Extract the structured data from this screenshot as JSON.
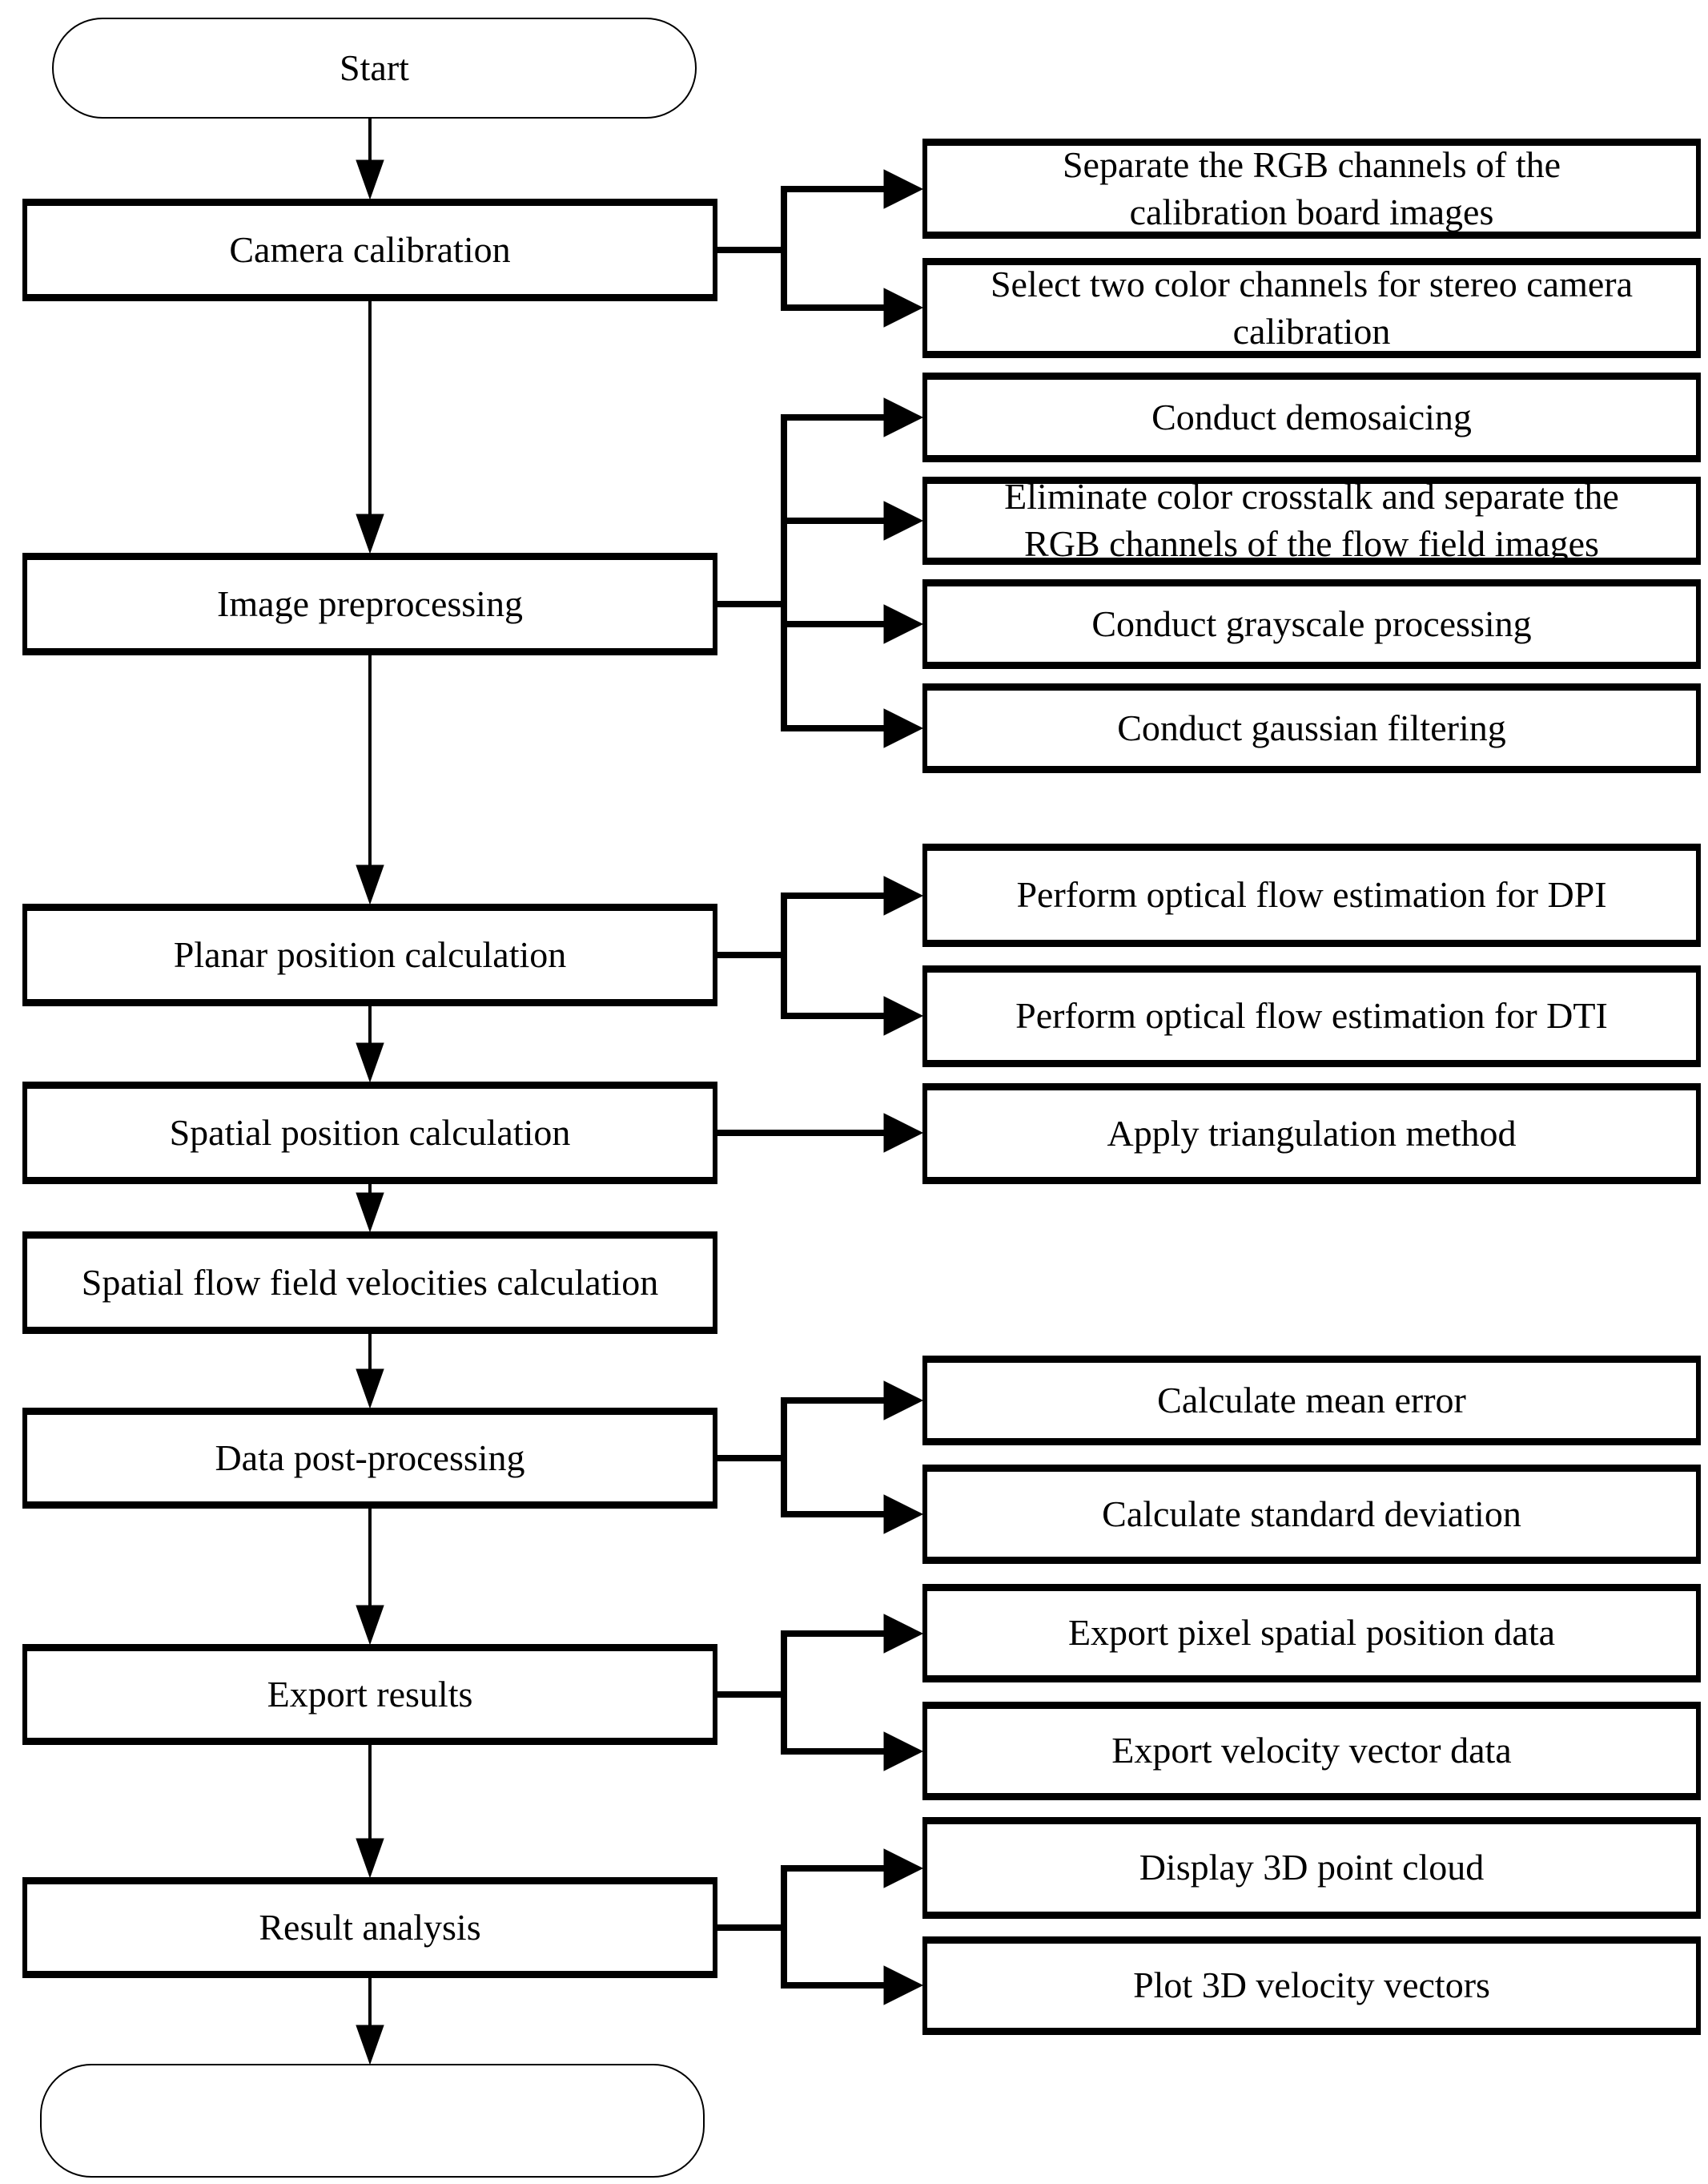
{
  "nodes": {
    "start": {
      "label": "Start"
    },
    "camera_calibration": {
      "label": "Camera calibration"
    },
    "separate_rgb": {
      "label": "Separate the RGB channels of the\ncalibration board images"
    },
    "select_two_channels": {
      "label": "Select two color channels for stereo camera\ncalibration"
    },
    "image_preprocessing": {
      "label": "Image preprocessing"
    },
    "conduct_demosaicing": {
      "label": "Conduct demosaicing"
    },
    "eliminate_crosstalk": {
      "label": "Eliminate color crosstalk and separate the\nRGB channels of the flow field images"
    },
    "conduct_grayscale": {
      "label": "Conduct grayscale processing"
    },
    "conduct_gaussian": {
      "label": "Conduct gaussian filtering"
    },
    "planar_position": {
      "label": "Planar position calculation"
    },
    "optical_flow_dpi": {
      "label": "Perform optical flow estimation for DPI"
    },
    "optical_flow_dti": {
      "label": "Perform optical flow estimation for DTI"
    },
    "spatial_position": {
      "label": "Spatial position calculation"
    },
    "apply_triangulation": {
      "label": "Apply triangulation method"
    },
    "spatial_flow_velocities": {
      "label": "Spatial flow field velocities calculation"
    },
    "data_post_processing": {
      "label": "Data post-processing"
    },
    "calculate_mean_error": {
      "label": "Calculate mean error"
    },
    "calculate_std_deviation": {
      "label": "Calculate standard deviation"
    },
    "export_results": {
      "label": "Export results"
    },
    "export_pixel_data": {
      "label": "Export pixel spatial position data"
    },
    "export_velocity_data": {
      "label": "Export velocity vector data"
    },
    "result_analysis": {
      "label": "Result analysis"
    },
    "display_point_cloud": {
      "label": "Display 3D point cloud"
    },
    "plot_velocity_vectors": {
      "label": "Plot 3D velocity vectors"
    }
  },
  "colors": {
    "line": "#000000",
    "box_fill": "#ffffff",
    "background": "#ffffff",
    "text": "#000000"
  }
}
